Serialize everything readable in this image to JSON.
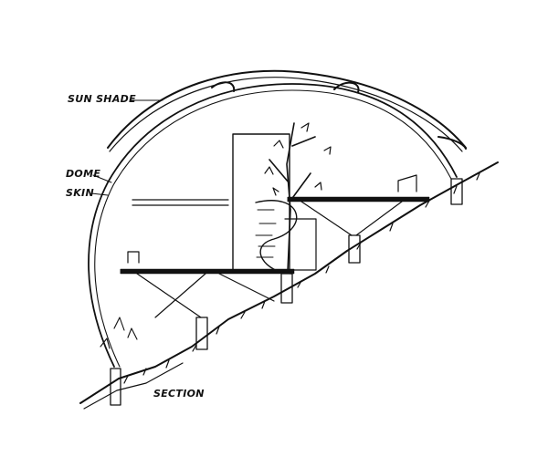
{
  "labels": {
    "sun_shade": "SUN SHADE",
    "dome": "DOME",
    "skin": "SKIN",
    "section": "SECTION"
  },
  "colors": {
    "ink": "#111111",
    "paper": "#ffffff"
  }
}
